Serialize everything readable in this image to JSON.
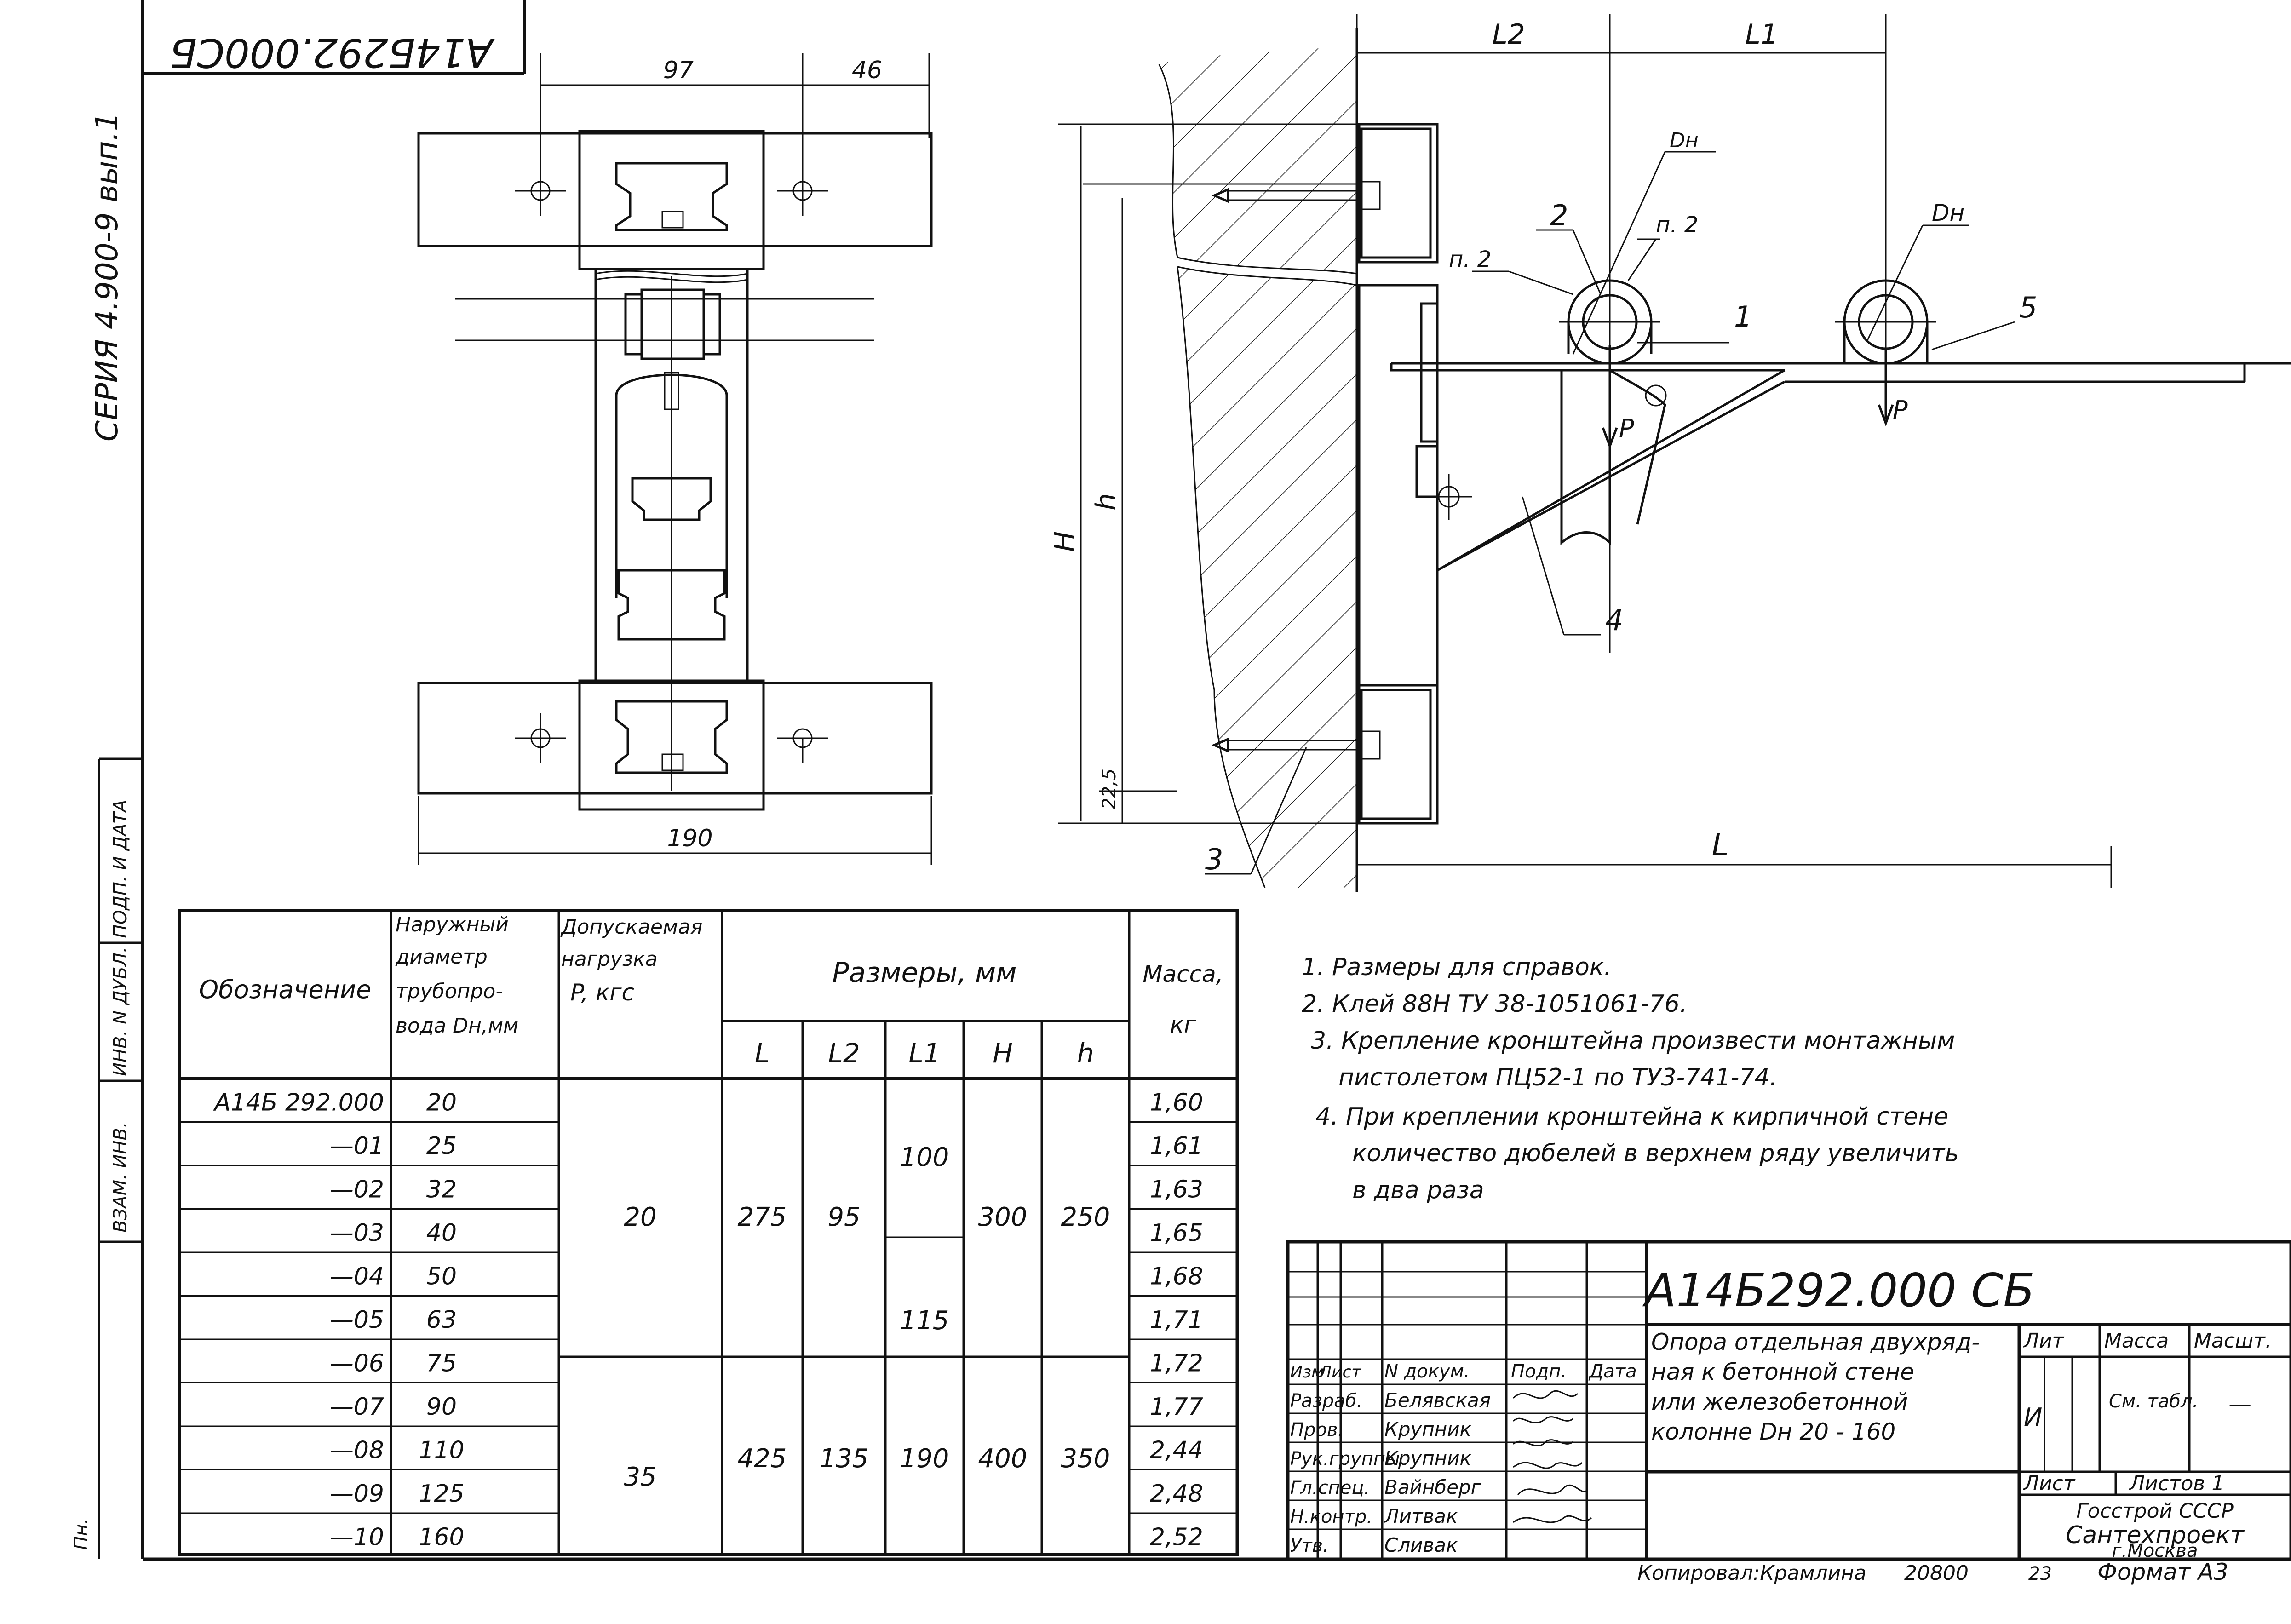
{
  "frame": {
    "doc_code_rotated": "А14Б292.000СБ",
    "series": "СЕРИЯ 4.900-9 вып.1",
    "side_labels": [
      "ВЗАМ. ИНВ.",
      "ИНВ. N ДУБЛ.",
      "ПОДП. И ДАТА"
    ],
    "corner_mark": "Пн."
  },
  "top_view": {
    "dim_97": "97",
    "dim_46": "46",
    "dim_190": "190"
  },
  "side_view": {
    "dim_L2": "L2",
    "dim_L1": "L1",
    "dim_Dn": "Dн",
    "dim_Dn2": "Dн",
    "callout_2": "2",
    "callout_p2a": "п. 2",
    "callout_p2b": "п. 2",
    "callout_1": "1",
    "callout_5": "5",
    "callout_4": "4",
    "callout_3": "3",
    "load_P1": "P",
    "load_P2": "P",
    "dim_H": "H",
    "dim_h": "h",
    "dim_22_5": "22,5",
    "dim_L": "L"
  },
  "table": {
    "headers": {
      "designation": "Обозначение",
      "diameter": [
        "Наружный",
        "диаметр",
        "трубопро-",
        "вода Dн,мм"
      ],
      "load": [
        "Допускаемая",
        "нагрузка",
        "P, кгс"
      ],
      "sizes": "Размеры, мм",
      "mass": [
        "Масса,",
        "кг"
      ],
      "sub": [
        "L",
        "L2",
        "L1",
        "H",
        "h"
      ]
    },
    "rows": [
      {
        "code": "А14Б 292.000",
        "d": "20",
        "mass": "1,60"
      },
      {
        "code": "—01",
        "d": "25",
        "mass": "1,61"
      },
      {
        "code": "—02",
        "d": "32",
        "mass": "1,63"
      },
      {
        "code": "—03",
        "d": "40",
        "mass": "1,65"
      },
      {
        "code": "—04",
        "d": "50",
        "mass": "1,68"
      },
      {
        "code": "—05",
        "d": "63",
        "mass": "1,71"
      },
      {
        "code": "—06",
        "d": "75",
        "mass": "1,72"
      },
      {
        "code": "—07",
        "d": "90",
        "mass": "1,77"
      },
      {
        "code": "—08",
        "d": "110",
        "mass": "2,44"
      },
      {
        "code": "—09",
        "d": "125",
        "mass": "2,48"
      },
      {
        "code": "—10",
        "d": "160",
        "mass": "2,52"
      }
    ],
    "group1": {
      "P": "20",
      "L": "275",
      "L2": "95",
      "L1a": "100",
      "L1b": "115",
      "H": "300",
      "h": "250"
    },
    "group2": {
      "P": "35",
      "L": "425",
      "L2": "135",
      "L1": "190",
      "H": "400",
      "h": "350"
    }
  },
  "notes": [
    "1. Размеры для справок.",
    "2. Клей 88Н ТУ 38-1051061-76.",
    "3. Крепление кронштейна произвести монтажным",
    "пистолетом ПЦ52-1 по ТУ3-741-74.",
    "4. При креплении кронштейна к кирпичной стене",
    "количество дюбелей в верхнем ряду увеличить",
    "в два раза"
  ],
  "title_block": {
    "doc_code": "А14Б292.000 СБ",
    "title_lines": [
      "Опора отдельная двухряд-",
      "ная к бетонной стене",
      "или железобетонной",
      "колонне Dн 20 - 160"
    ],
    "rev_headers": [
      "Изм",
      "Лист",
      "N докум.",
      "Подп.",
      "Дата"
    ],
    "roles": [
      "Разраб.",
      "Пров.",
      "Рук.группы",
      "Гл.спец.",
      "Н.контр.",
      "Утв."
    ],
    "names": [
      "Белявская",
      "Крупник",
      "Крупник",
      "Вайнберг",
      "Литвак",
      "Сливак"
    ],
    "lit_header": "Лит",
    "mass_header": "Масса",
    "scale_header": "Масшт.",
    "lit_value": "И",
    "mass_value": "См. табл.",
    "scale_value": "—",
    "sheet_label": "Лист",
    "sheets_label": "Листов 1",
    "org": [
      "Госстрой СССР",
      "Сантехпроект",
      "г.Москва"
    ]
  },
  "footer": {
    "copied": "Копировал:Крамлина",
    "number": "20800",
    "page": "23",
    "format": "Формат А3"
  }
}
